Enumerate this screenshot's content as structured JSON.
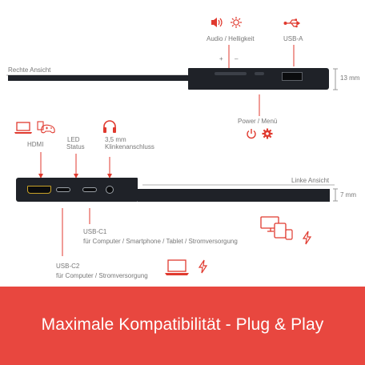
{
  "right_view": {
    "title": "Rechte Ansicht",
    "audio_brightness_label": "Audio / Helligkeit",
    "plus": "+",
    "minus": "–",
    "usb_a_label": "USB-A",
    "thickness": "13 mm",
    "power_menu_label": "Power / Menü"
  },
  "left_view": {
    "title": "Linke Ansicht",
    "thickness": "7 mm",
    "hdmi_label": "HDMI",
    "led_label_1": "LED",
    "led_label_2": "Status",
    "audio_label_1": "3,5 mm",
    "audio_label_2": "Klinkenanschluss",
    "usbc1_label_1": "USB-C1",
    "usbc1_label_2": "für Computer / Smartphone / Tablet / Stromversorgung",
    "usbc2_label_1": "USB-C2",
    "usbc2_label_2": "für Computer / Stromversorgung"
  },
  "banner": {
    "text": "Maximale Kompatibilität - Plug & Play"
  },
  "colors": {
    "accent": "#e03a2f",
    "banner_bg": "#e8473f",
    "device": "#1f2228"
  },
  "icons": [
    "speaker-icon",
    "brightness-icon",
    "usb-icon",
    "power-icon",
    "gear-icon",
    "laptop-icon",
    "gamepad-icon",
    "headphones-icon",
    "monitor-icon",
    "tablet-icon",
    "phone-icon",
    "lightning-icon"
  ]
}
